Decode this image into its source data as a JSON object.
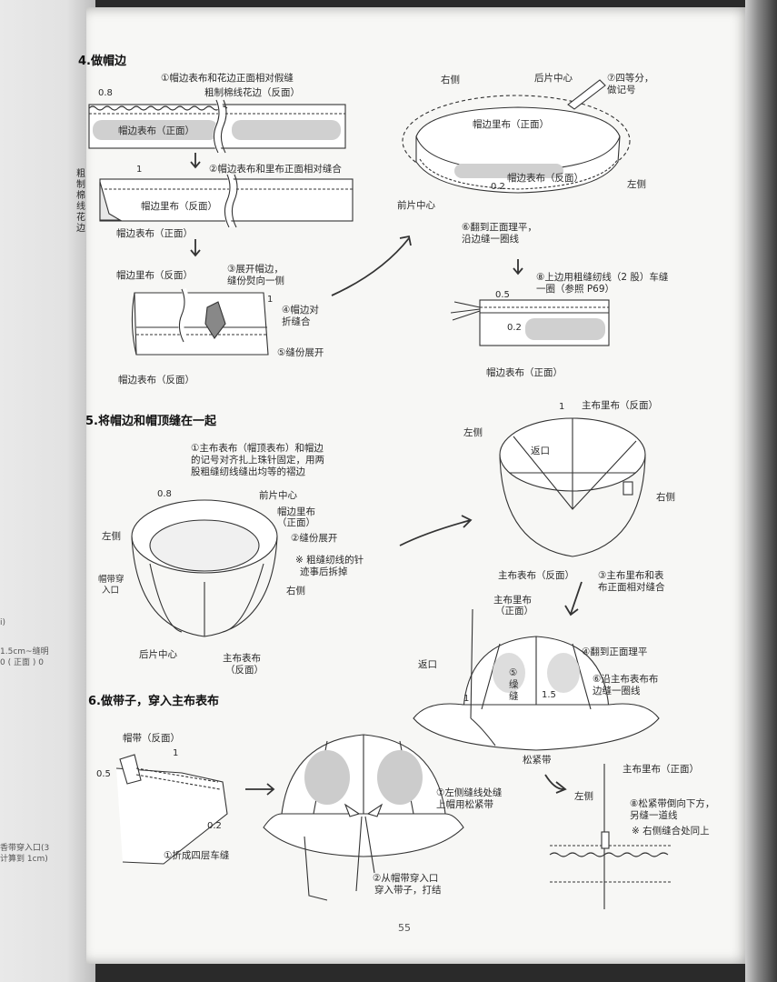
{
  "left_page": {
    "edge_texts": [
      "i)",
      "1.5cm~缝明",
      "0 ( 正面 ) 0",
      "香带穿入口(3",
      "计算到 1cm)"
    ]
  },
  "section4": {
    "title": "4.做帽边",
    "step1": "①帽边表布和花边正面相对假缝",
    "lace_label": "粗制棉线花边（反面）",
    "dim_08": "0.8",
    "face_outer": "帽边表布（正面）",
    "step2": "②帽边表布和里布正面相对缝合",
    "dim_1": "1",
    "side_label": "粗制棉线花边",
    "lining_back": "帽边里布（反面）",
    "outer_front2": "帽边表布（正面）",
    "lining_back2": "帽边里布（反面）",
    "step3a": "③展开帽边，",
    "step3b": "缝份熨向一侧",
    "step4a": "④帽边对",
    "step4b": "折缝合",
    "dim_1b": "1",
    "step5": "⑤缝份展开",
    "outer_back": "帽边表布（反面）",
    "right_side": "右侧",
    "back_center": "后片中心",
    "step7a": "⑦四等分，",
    "step7b": "做记号",
    "lining_front": "帽边里布（正面）",
    "outer_back2": "帽边表布（反面）",
    "dim_02": "0.2",
    "left_side": "左侧",
    "front_center": "前片中心",
    "step6a": "⑥翻到正面理平，",
    "step6b": "沿边缝一圈线",
    "step8a": "⑧上边用粗缝纫线（2 股）车缝",
    "step8b": "一圈（参照 P69）",
    "dim_05": "0.5",
    "dim_02b": "0.2",
    "outer_front3": "帽边表布（正面）"
  },
  "section5": {
    "title": "5.将帽边和帽顶缝在一起",
    "step1a": "①主布表布（帽顶表布）和帽边",
    "step1b": "的记号对齐扎上珠针固定，用两",
    "step1c": "股粗缝纫线缝出均等的褶边",
    "dim_08": "0.8",
    "front_center": "前片中心",
    "brim_lining_a": "帽边里布",
    "brim_lining_b": "（正面）",
    "left_side": "左侧",
    "step2": "②缝份展开",
    "strap_entry_a": "帽带穿",
    "strap_entry_b": "入口",
    "note_a": "※ 粗缝纫线的针",
    "note_b": "迹事后拆掉",
    "right_side": "右侧",
    "back_center": "后片中心",
    "main_outer_a": "主布表布",
    "main_outer_b": "（反面）",
    "dim_1": "1",
    "main_lining_back": "主布里布（反面）",
    "left_side2": "左侧",
    "return_opening": "返口",
    "right_side2": "右侧",
    "main_outer_back": "主布表布（反面）",
    "step3a": "③主布里布和表",
    "step3b": "布正面相对缝合",
    "main_lining_front_a": "主布里布",
    "main_lining_front_b": "（正面）",
    "step4": "④翻到正面理平",
    "return_opening2": "返口",
    "step5a": "⑤",
    "step5b": "缲",
    "step5c": "缝",
    "step6a": "⑥沿主布表布布",
    "step6b": "边缝一圈线",
    "dim_1b": "1",
    "dim_15": "1.5",
    "elastic": "松紧带",
    "step7a": "⑦左侧缝线处缝",
    "step7b": "上帽用松紧带",
    "main_lining_front2": "主布里布（正面）",
    "left_side3": "左侧",
    "step8a": "⑧松紧带倒向下方，",
    "step8b": "另缝一道线",
    "note2": "※ 右侧缝合处同上"
  },
  "section6": {
    "title": "6.做带子，穿入主布表布",
    "strap_back": "帽带（反面）",
    "dim_1": "1",
    "dim_05": "0.5",
    "dim_02": "0.2",
    "step1": "①折成四层车缝",
    "step2a": "②从帽带穿入口",
    "step2b": "穿入带子，打结"
  },
  "page_number": "55"
}
